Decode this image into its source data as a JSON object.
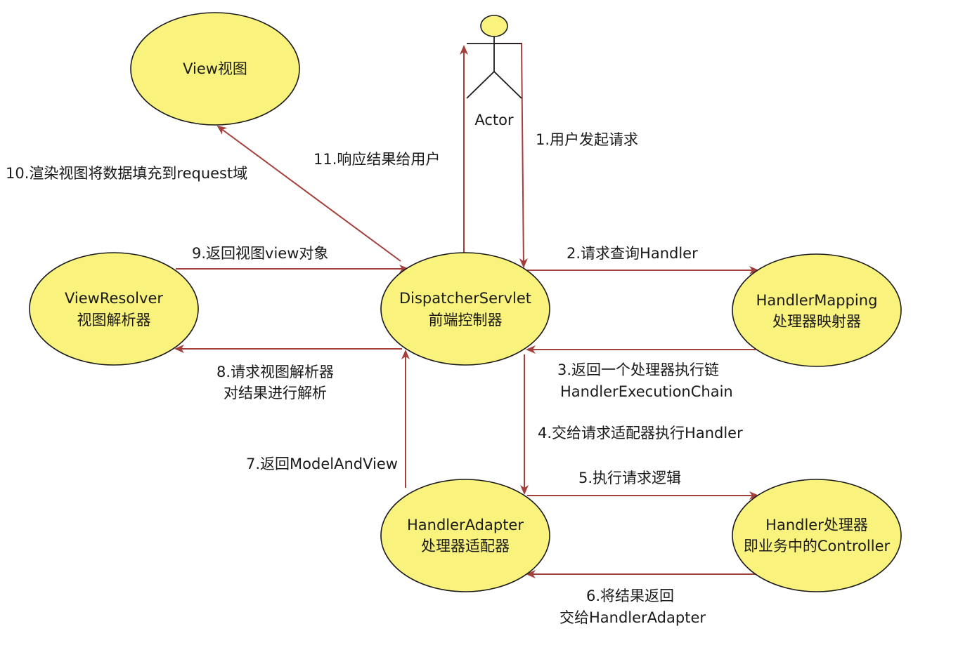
{
  "colors": {
    "node_fill": "#f9f37e",
    "node_stroke": "#1a1a1a",
    "edge": "#a3403c",
    "text": "#1a1a1a"
  },
  "actor": {
    "label": "Actor"
  },
  "nodes": {
    "view": {
      "line1": "View视图",
      "line2": ""
    },
    "view_resolver": {
      "line1": "ViewResolver",
      "line2": "视图解析器"
    },
    "dispatcher_servlet": {
      "line1": "DispatcherServlet",
      "line2": "前端控制器"
    },
    "handler_mapping": {
      "line1": "HandlerMapping",
      "line2": "处理器映射器"
    },
    "handler_adapter": {
      "line1": "HandlerAdapter",
      "line2": "处理器适配器"
    },
    "handler": {
      "line1": "Handler处理器",
      "line2": "即业务中的Controller"
    }
  },
  "edges": {
    "step1": {
      "line1": "1.用户发起请求"
    },
    "step2": {
      "line1": "2.请求查询Handler"
    },
    "step3": {
      "line1": "3.返回一个处理器执行链",
      "line2": "HandlerExecutionChain"
    },
    "step4": {
      "line1": "4.交给请求适配器执行Handler"
    },
    "step5": {
      "line1": "5.执行请求逻辑"
    },
    "step6": {
      "line1": "6.将结果返回",
      "line2": "交给HandlerAdapter"
    },
    "step7": {
      "line1": "7.返回ModelAndView"
    },
    "step8": {
      "line1": "8.请求视图解析器",
      "line2": "对结果进行解析"
    },
    "step9": {
      "line1": "9.返回视图view对象"
    },
    "step10": {
      "line1": "10.渲染视图将数据填充到request域"
    },
    "step11": {
      "line1": "11.响应结果给用户"
    }
  }
}
